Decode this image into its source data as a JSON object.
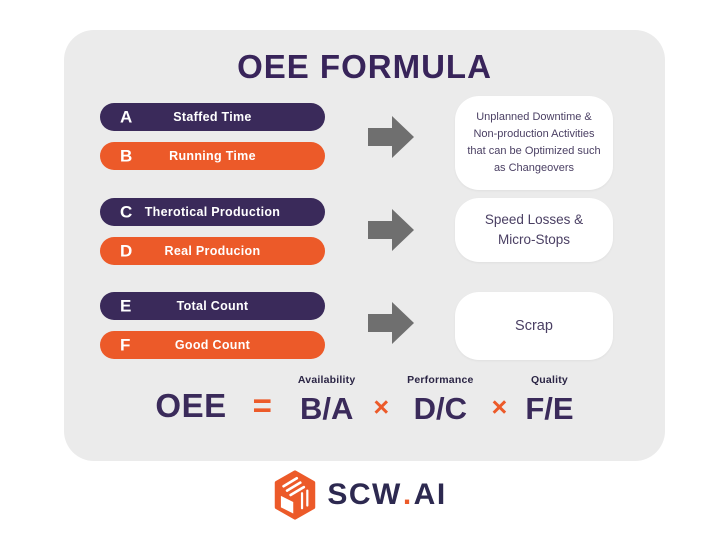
{
  "title": "OEE FORMULA",
  "colors": {
    "purple": "#3a2a5a",
    "orange": "#ec5a29",
    "arrow_gray": "#6f6f6f",
    "card_background": "#ebebeb",
    "result_text": "#4a3f63"
  },
  "rows": [
    {
      "pills": [
        {
          "letter": "A",
          "label": "Staffed Time"
        },
        {
          "letter": "B",
          "label": "Running Time"
        }
      ],
      "result": "Unplanned Downtime & Non-production Activities that can be Optimized such as Changeovers"
    },
    {
      "pills": [
        {
          "letter": "C",
          "label": "Therotical Production"
        },
        {
          "letter": "D",
          "label": "Real Producion"
        }
      ],
      "result": "Speed Losses & Micro-Stops"
    },
    {
      "pills": [
        {
          "letter": "E",
          "label": "Total Count"
        },
        {
          "letter": "F",
          "label": "Good Count"
        }
      ],
      "result": "Scrap"
    }
  ],
  "formula": {
    "lhs": "OEE",
    "equals": "=",
    "times": "×",
    "terms": [
      {
        "label": "Availability",
        "value": "B/A"
      },
      {
        "label": "Performance",
        "value": "D/C"
      },
      {
        "label": "Quality",
        "value": "F/E"
      }
    ]
  },
  "logo": {
    "brand": "SCW.AI",
    "part1": "SCW",
    "separator": ".",
    "part2": "AI"
  }
}
